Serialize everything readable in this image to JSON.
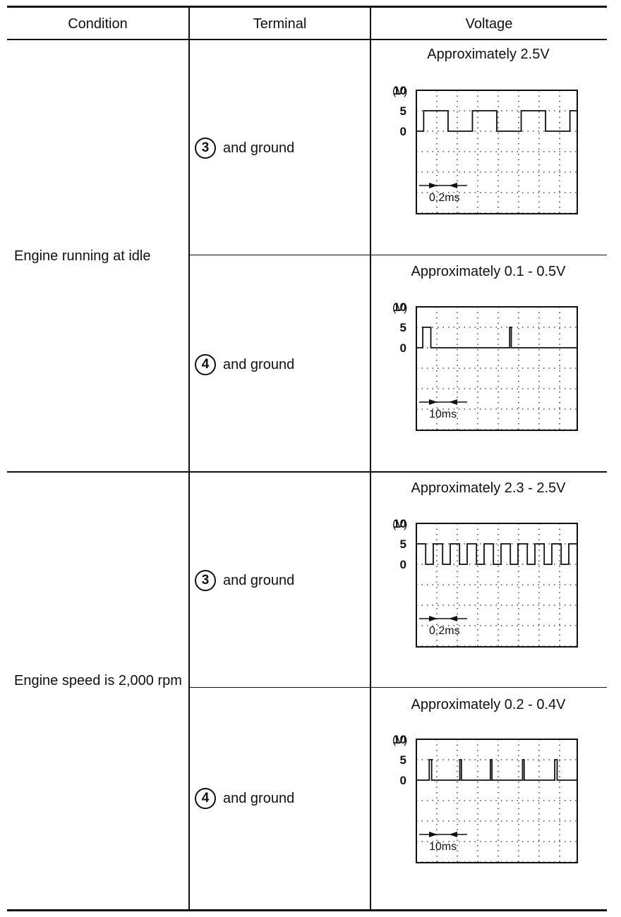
{
  "table": {
    "headers": {
      "condition": "Condition",
      "terminal": "Terminal",
      "voltage": "Voltage"
    },
    "groups": [
      {
        "condition": "Engine running at idle",
        "rows": [
          {
            "terminal_number": "3",
            "terminal_text": "and ground",
            "voltage": "Approximately 2.5V",
            "scope": {
              "unit_label": "(V)",
              "y_ticks": [
                "10",
                "5",
                "0"
              ],
              "time_label": "0.2ms",
              "waveform": "square",
              "high_v": 5,
              "low_v": 0,
              "duty": 0.5,
              "cycles": 3.3,
              "phase": 0.85
            }
          },
          {
            "terminal_number": "4",
            "terminal_text": "and ground",
            "voltage": "Approximately 0.1 - 0.5V",
            "scope": {
              "unit_label": "(V)",
              "y_ticks": [
                "10",
                "5",
                "0"
              ],
              "time_label": "10ms",
              "waveform": "pulse",
              "high_v": 5,
              "low_v": 0,
              "pulse_times": [
                0.04,
                0.58
              ],
              "pulse_widths": [
                0.05,
                0.01
              ]
            }
          }
        ]
      },
      {
        "condition": "Engine speed is 2,000 rpm",
        "rows": [
          {
            "terminal_number": "3",
            "terminal_text": "and ground",
            "voltage": "Approximately 2.3 - 2.5V",
            "scope": {
              "unit_label": "(V)",
              "y_ticks": [
                "10",
                "5",
                "0"
              ],
              "time_label": "0.2ms",
              "waveform": "square",
              "high_v": 5,
              "low_v": 0,
              "duty": 0.55,
              "cycles": 9.5,
              "phase": 0.0
            }
          },
          {
            "terminal_number": "4",
            "terminal_text": "and ground",
            "voltage": "Approximately 0.2 - 0.4V",
            "scope": {
              "unit_label": "(V)",
              "y_ticks": [
                "10",
                "5",
                "0"
              ],
              "time_label": "10ms",
              "waveform": "pulse",
              "high_v": 5,
              "low_v": 0,
              "pulse_times": [
                0.08,
                0.27,
                0.46,
                0.66,
                0.86
              ],
              "pulse_widths": [
                0.015,
                0.01,
                0.01,
                0.01,
                0.015
              ]
            }
          }
        ]
      }
    ]
  }
}
